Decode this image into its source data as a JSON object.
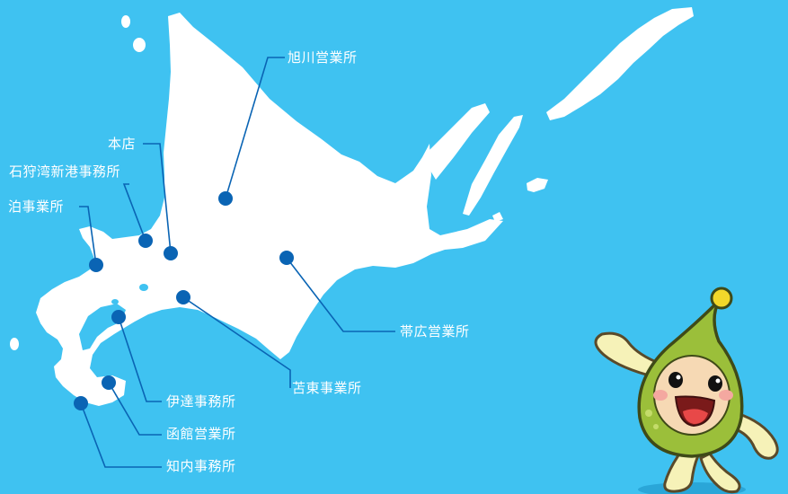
{
  "colors": {
    "sea": "#3fc2f1",
    "land": "#ffffff",
    "marker": "#0a64b4",
    "leader_line": "#0a64b4",
    "label_text": "#ffffff",
    "mascot_body": "#9bbf3a",
    "mascot_face": "#f6d9b4",
    "mascot_limbs": "#f6f2b8",
    "mascot_tip": "#f2d82a"
  },
  "offices": [
    {
      "id": "asahikawa",
      "name": "旭川営業所"
    },
    {
      "id": "honten",
      "name": "本店"
    },
    {
      "id": "ishikari",
      "name": "石狩湾新港事務所"
    },
    {
      "id": "tomari",
      "name": "泊事業所"
    },
    {
      "id": "obihiro",
      "name": "帯広営業所"
    },
    {
      "id": "tomakomai",
      "name": "苫東事業所"
    },
    {
      "id": "date",
      "name": "伊達事務所"
    },
    {
      "id": "hakodate",
      "name": "函館営業所"
    },
    {
      "id": "shiriuchi",
      "name": "知内事務所"
    }
  ]
}
